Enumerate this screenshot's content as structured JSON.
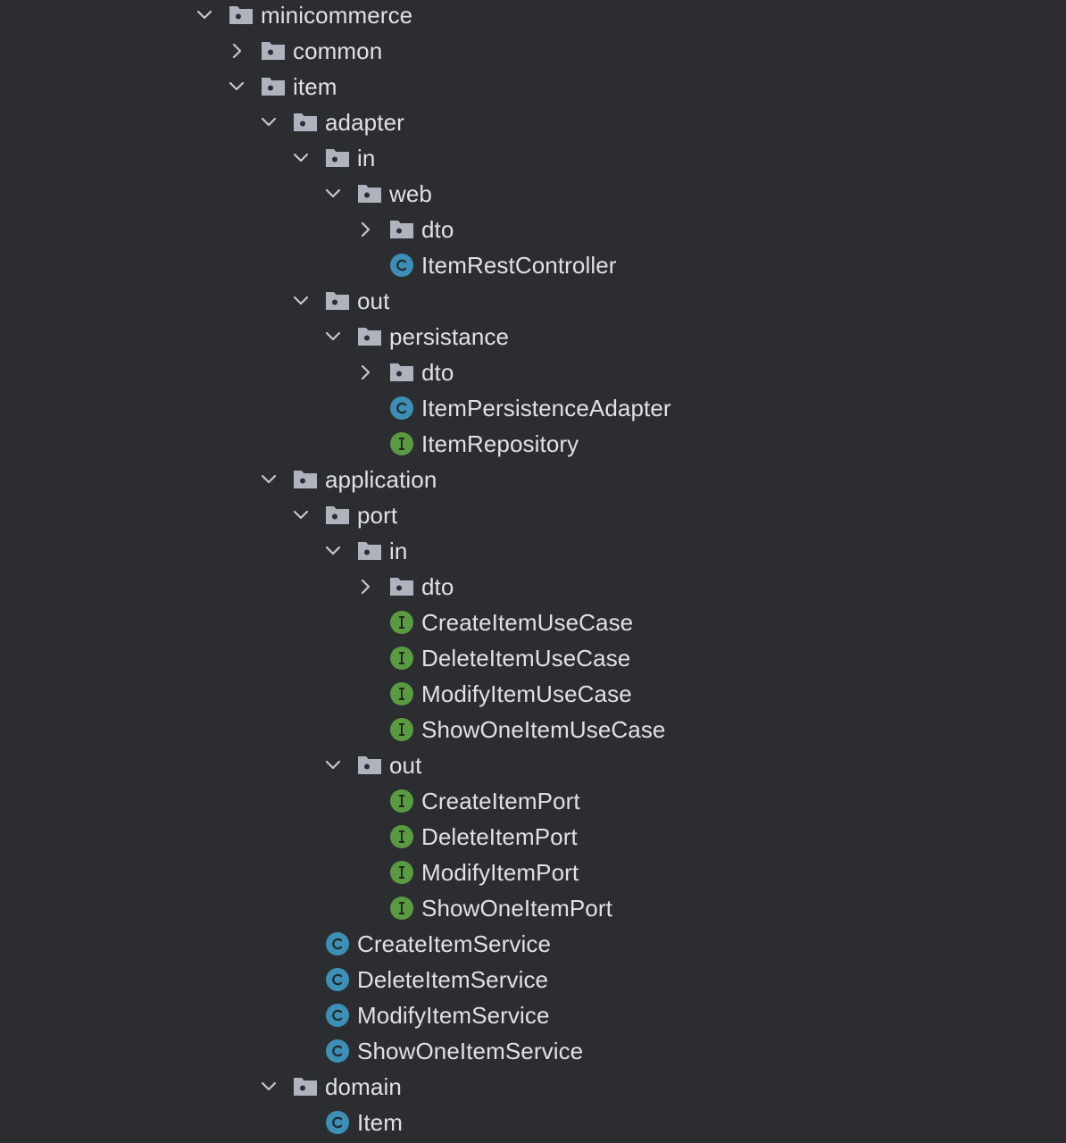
{
  "colors": {
    "background": "#2b2d30",
    "text": "#dfe1e5",
    "folder": "#aeb3bd",
    "chevron": "#c4c7cc",
    "class_badge": "#3d8fb5",
    "interface_badge": "#5a9a43"
  },
  "tree": [
    {
      "label": "minicommerce",
      "kind": "folder",
      "depth": 0,
      "state": "expanded"
    },
    {
      "label": "common",
      "kind": "folder",
      "depth": 1,
      "state": "collapsed"
    },
    {
      "label": "item",
      "kind": "folder",
      "depth": 1,
      "state": "expanded"
    },
    {
      "label": "adapter",
      "kind": "folder",
      "depth": 2,
      "state": "expanded"
    },
    {
      "label": "in",
      "kind": "folder",
      "depth": 3,
      "state": "expanded"
    },
    {
      "label": "web",
      "kind": "folder",
      "depth": 4,
      "state": "expanded"
    },
    {
      "label": "dto",
      "kind": "folder",
      "depth": 5,
      "state": "collapsed"
    },
    {
      "label": "ItemRestController",
      "kind": "class",
      "depth": 5,
      "state": "leaf"
    },
    {
      "label": "out",
      "kind": "folder",
      "depth": 3,
      "state": "expanded"
    },
    {
      "label": "persistance",
      "kind": "folder",
      "depth": 4,
      "state": "expanded"
    },
    {
      "label": "dto",
      "kind": "folder",
      "depth": 5,
      "state": "collapsed"
    },
    {
      "label": "ItemPersistenceAdapter",
      "kind": "class",
      "depth": 5,
      "state": "leaf"
    },
    {
      "label": "ItemRepository",
      "kind": "interface",
      "depth": 5,
      "state": "leaf"
    },
    {
      "label": "application",
      "kind": "folder",
      "depth": 2,
      "state": "expanded"
    },
    {
      "label": "port",
      "kind": "folder",
      "depth": 3,
      "state": "expanded"
    },
    {
      "label": "in",
      "kind": "folder",
      "depth": 4,
      "state": "expanded"
    },
    {
      "label": "dto",
      "kind": "folder",
      "depth": 5,
      "state": "collapsed"
    },
    {
      "label": "CreateItemUseCase",
      "kind": "interface",
      "depth": 5,
      "state": "leaf"
    },
    {
      "label": "DeleteItemUseCase",
      "kind": "interface",
      "depth": 5,
      "state": "leaf"
    },
    {
      "label": "ModifyItemUseCase",
      "kind": "interface",
      "depth": 5,
      "state": "leaf"
    },
    {
      "label": "ShowOneItemUseCase",
      "kind": "interface",
      "depth": 5,
      "state": "leaf"
    },
    {
      "label": "out",
      "kind": "folder",
      "depth": 4,
      "state": "expanded"
    },
    {
      "label": "CreateItemPort",
      "kind": "interface",
      "depth": 5,
      "state": "leaf"
    },
    {
      "label": "DeleteItemPort",
      "kind": "interface",
      "depth": 5,
      "state": "leaf"
    },
    {
      "label": "ModifyItemPort",
      "kind": "interface",
      "depth": 5,
      "state": "leaf"
    },
    {
      "label": "ShowOneItemPort",
      "kind": "interface",
      "depth": 5,
      "state": "leaf"
    },
    {
      "label": "CreateItemService",
      "kind": "class",
      "depth": 3,
      "state": "leaf"
    },
    {
      "label": "DeleteItemService",
      "kind": "class",
      "depth": 3,
      "state": "leaf"
    },
    {
      "label": "ModifyItemService",
      "kind": "class",
      "depth": 3,
      "state": "leaf"
    },
    {
      "label": "ShowOneItemService",
      "kind": "class",
      "depth": 3,
      "state": "leaf"
    },
    {
      "label": "domain",
      "kind": "folder",
      "depth": 2,
      "state": "expanded"
    },
    {
      "label": "Item",
      "kind": "class",
      "depth": 3,
      "state": "leaf"
    }
  ]
}
